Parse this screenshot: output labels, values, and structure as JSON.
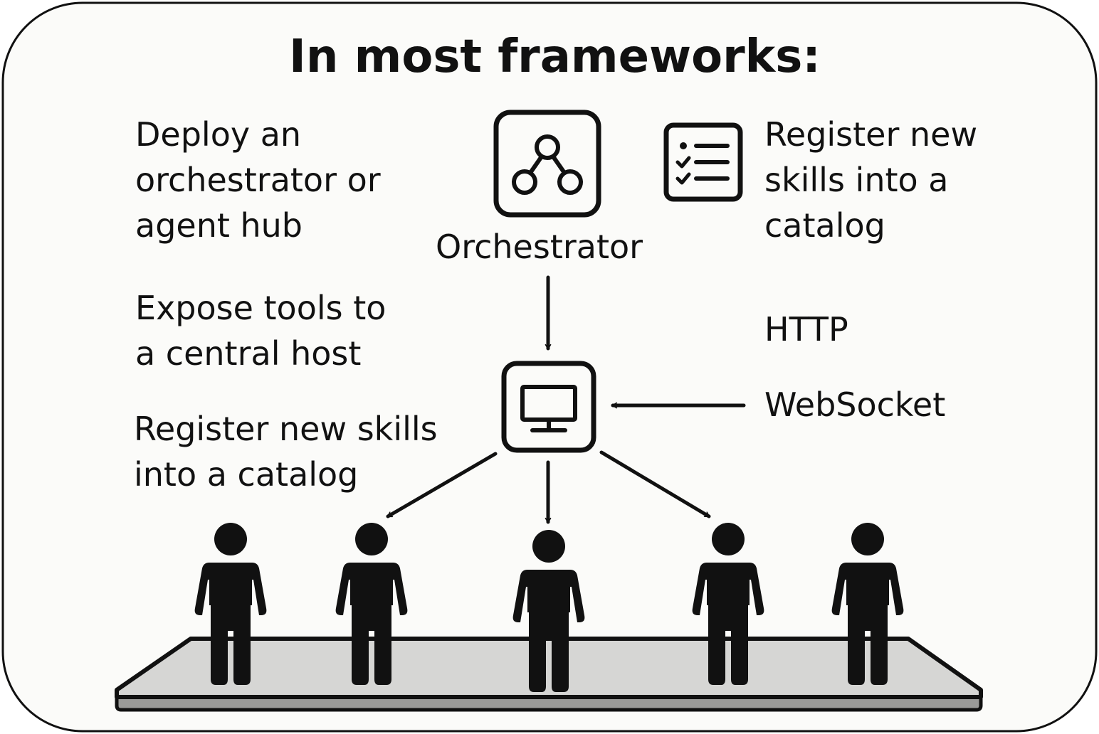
{
  "title": "In most frameworks:",
  "steps": {
    "deploy": [
      "Deploy an",
      "orchestrator or",
      "agent hub"
    ],
    "expose": [
      "Expose tools to",
      "a central host"
    ],
    "register_left": [
      "Register new skills",
      "into a catalog"
    ],
    "register_right": [
      "Register new",
      "skills into a",
      "catalog"
    ]
  },
  "orchestrator_label": "Orchestrator",
  "protocols": {
    "http": "HTTP",
    "websocket": "WebSocket"
  },
  "icons": {
    "orchestrator": "network-nodes-icon",
    "catalog": "checklist-icon",
    "host": "monitor-icon",
    "agent": "person-icon"
  },
  "colors": {
    "stroke": "#111111",
    "card_background": "#fbfbf9",
    "platform_top": "#d6d6d4",
    "platform_side": "#9a9a98"
  }
}
